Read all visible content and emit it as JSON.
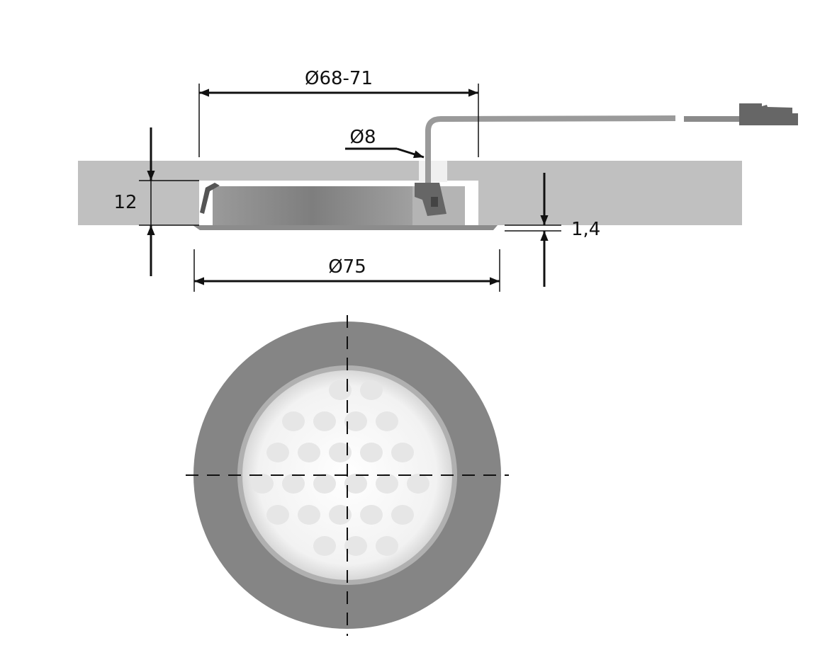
{
  "drawing": {
    "side_view": {
      "dim_cutout": "Ø68-71",
      "dim_cable": "Ø8",
      "dim_height": "12",
      "dim_flange_diameter": "Ø75",
      "dim_flange_thickness": "1,4"
    }
  },
  "colors": {
    "board": "#c0c0c0",
    "housing": "#8a8a8a",
    "ring": "#858585",
    "lens": "#f4f4f4",
    "line": "#111111"
  }
}
